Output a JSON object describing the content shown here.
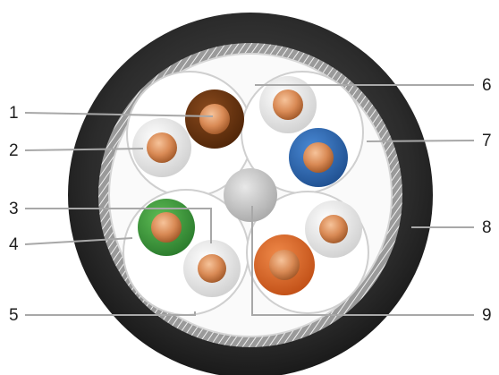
{
  "callouts": {
    "c1": "1",
    "c2": "2",
    "c3": "3",
    "c4": "4",
    "c5": "5",
    "c6": "6",
    "c7": "7",
    "c8": "8",
    "c9": "9"
  },
  "colors": {
    "jacket": "#2e2e2e",
    "shield": "#cfcfcf",
    "copper": "#d98a55",
    "brown": "#6b3410",
    "blue": "#2f6fb8",
    "green": "#3a9a3c",
    "orange": "#e06a2a",
    "white_insulation": "#ececec",
    "separator": "#c4c4c4"
  }
}
